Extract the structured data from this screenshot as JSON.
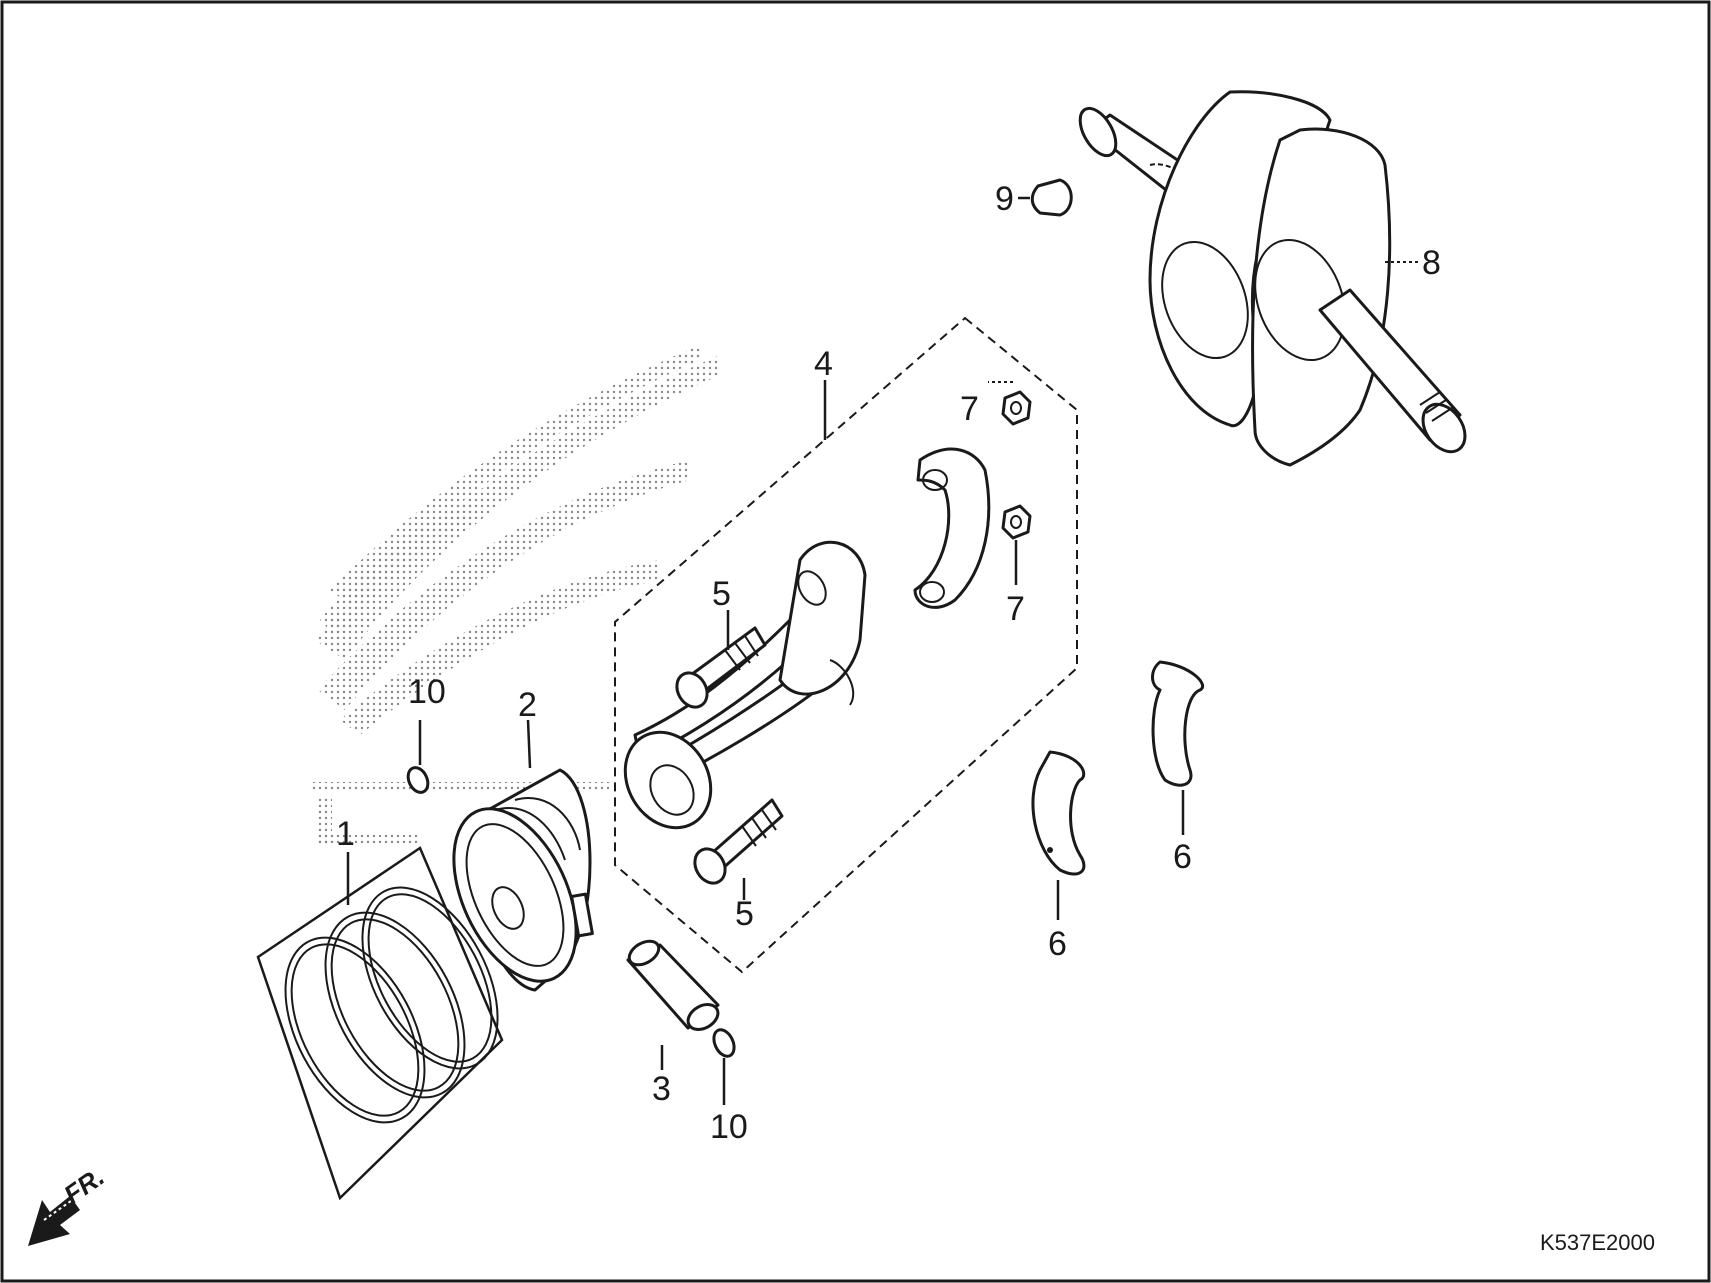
{
  "diagram_code": "K537E2000",
  "front_indicator": "FR.",
  "callouts": {
    "piston_ring_set": "1",
    "piston": "2",
    "piston_pin": "3",
    "connecting_rod_assy": "4",
    "rod_bolt_upper": "5",
    "rod_bolt_lower": "5",
    "rod_nut_upper": "7",
    "rod_nut_lower": "7",
    "bearing_left": "6",
    "bearing_right": "6",
    "crankshaft": "8",
    "woodruff_key": "9",
    "pin_clip_upper": "10",
    "pin_clip_lower": "10"
  }
}
